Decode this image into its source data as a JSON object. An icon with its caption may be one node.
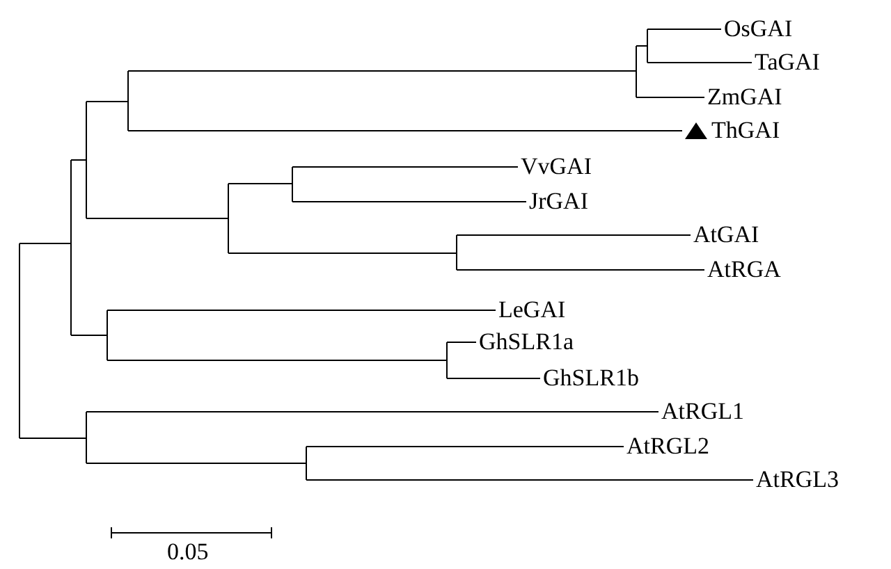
{
  "diagram": {
    "nodes": [
      {
        "text": [
          "OsGAI"
        ]
      },
      {
        "text": [
          "TaGAI"
        ]
      },
      {
        "text": [
          "ZmGAI"
        ]
      },
      {
        "text": [
          "ThGAI"
        ]
      },
      {
        "text": [
          "VvGAI"
        ]
      },
      {
        "text": [
          "JrGAI"
        ]
      },
      {
        "text": [
          "AtGAI"
        ]
      },
      {
        "text": [
          "AtRGA"
        ]
      },
      {
        "text": [
          "LeGAI"
        ]
      },
      {
        "text": [
          "GhSLR1a"
        ]
      },
      {
        "text": [
          "GhSLR1b"
        ]
      },
      {
        "text": [
          "AtRGL1"
        ]
      },
      {
        "text": [
          "AtRGL2"
        ]
      },
      {
        "text": [
          "AtRGL3"
        ]
      }
    ],
    "edges": [
      {
        "from": null,
        "to": 0,
        "arrow": "none"
      },
      {
        "from": null,
        "to": 1,
        "arrow": "none"
      },
      {
        "from": null,
        "to": 2,
        "arrow": "none"
      },
      {
        "from": null,
        "to": 3,
        "arrow": "none"
      },
      {
        "from": null,
        "to": 4,
        "arrow": "none"
      },
      {
        "from": null,
        "to": 5,
        "arrow": "none"
      },
      {
        "from": null,
        "to": 6,
        "arrow": "none"
      },
      {
        "from": null,
        "to": 7,
        "arrow": "none"
      },
      {
        "from": null,
        "to": 8,
        "arrow": "none"
      },
      {
        "from": null,
        "to": 9,
        "arrow": "none"
      },
      {
        "from": null,
        "to": 10,
        "arrow": "none"
      },
      {
        "from": null,
        "to": 11,
        "arrow": "none"
      },
      {
        "from": null,
        "to": 12,
        "arrow": "none"
      },
      {
        "from": null,
        "to": 13,
        "arrow": "none"
      }
    ],
    "labels": [
      "0.05"
    ]
  }
}
